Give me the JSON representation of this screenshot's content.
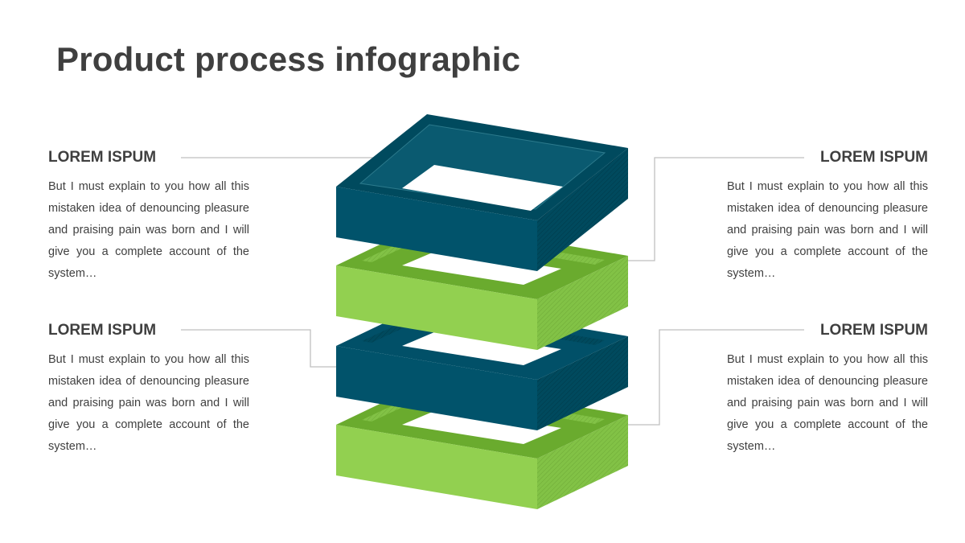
{
  "title": "Product process infographic",
  "blocks": [
    {
      "heading": "LOREM ISPUM",
      "text": "But I must explain to you how all this mistaken idea of denouncing pleasure and praising pain was born and I will give you a complete account of the system…"
    },
    {
      "heading": "LOREM ISPUM",
      "text": "But I must explain to you how all this mistaken idea of denouncing pleasure and praising pain was born and I will give you a complete account of the system…"
    },
    {
      "heading": "LOREM ISPUM",
      "text": "But I must explain to you how all this mistaken idea of denouncing pleasure and praising pain was born and I will give you a complete account of the system…"
    },
    {
      "heading": "LOREM ISPUM",
      "text": "But I must explain to you how all this mistaken idea of denouncing pleasure and praising pain was born and I will give you a complete account of the system…"
    }
  ],
  "colors": {
    "teal_front": "#01536b",
    "teal_side": "#004659",
    "teal_top": "#015068",
    "green_front": "#92d050",
    "green_side": "#7cb840",
    "green_top": "#6aab2e",
    "connector": "#bfbfbf",
    "text": "#404040"
  }
}
